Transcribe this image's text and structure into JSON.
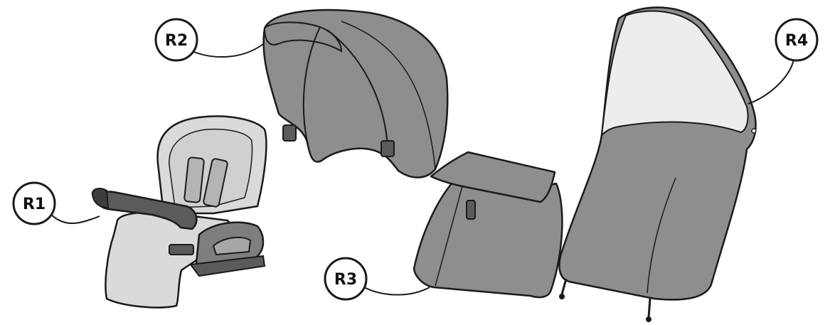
{
  "callouts": {
    "r1": "R1",
    "r2": "R2",
    "r3": "R3",
    "r4": "R4"
  },
  "colors": {
    "fabric_dark": "#8d8e90",
    "fabric_light": "#d9dadb",
    "window": "#ededed",
    "bumper": "#5a5b5d",
    "outline": "#1a1a1a",
    "frame": "#7d7e80"
  }
}
